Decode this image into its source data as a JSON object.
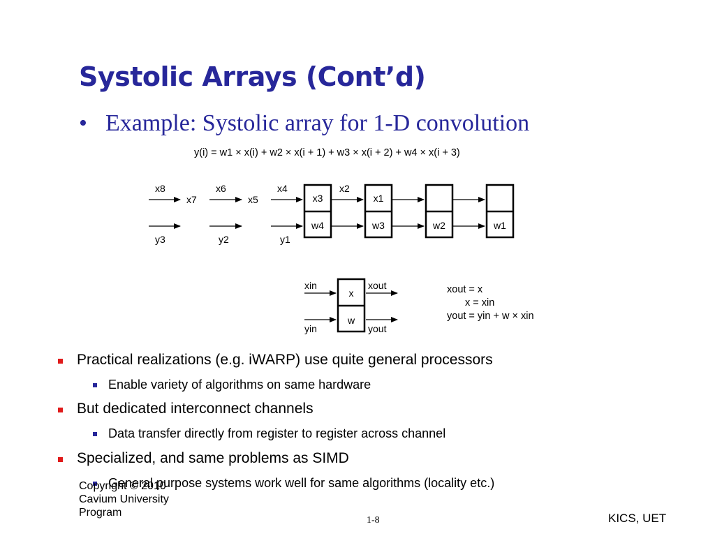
{
  "slide": {
    "title": "Systolic Arrays (Cont’d)",
    "subheading": "Example: Systolic array for 1-D convolution",
    "formula": "y(i) = w1 × x(i) + w2 × x(i + 1) + w3 × x(i + 2) + w4 × x(i + 3)"
  },
  "diagram": {
    "top_labels": [
      "x8",
      "x6",
      "x4",
      "x2"
    ],
    "mid_labels": [
      "x7",
      "x5"
    ],
    "bottom_labels": [
      "y3",
      "y2",
      "y1"
    ],
    "cells": [
      {
        "top": "x3",
        "bottom": "w4"
      },
      {
        "top": "x1",
        "bottom": "w3"
      },
      {
        "top": "",
        "bottom": "w2"
      },
      {
        "top": "",
        "bottom": "w1"
      }
    ]
  },
  "cell_detail": {
    "xin": "xin",
    "xout": "xout",
    "yin": "yin",
    "yout": "yout",
    "top": "x",
    "bottom": "w",
    "equations": [
      "xout = x",
      "x = xin",
      "yout = yin + w × xin"
    ]
  },
  "bullets": [
    {
      "text": "Practical realizations (e.g. iWARP) use quite general processors",
      "sub": [
        "Enable variety of algorithms on same hardware"
      ]
    },
    {
      "text": "But dedicated interconnect channels",
      "sub": [
        "Data transfer directly from register to register across channel"
      ]
    },
    {
      "text": "Specialized, and same problems as SIMD",
      "sub": [
        "General purpose systems work well for same algorithms (locality etc.)"
      ]
    }
  ],
  "footer": {
    "left_lines": [
      "Copyright © 2010",
      "Cavium University",
      "Program"
    ],
    "page_number": "1-8",
    "right": "KICS, UET"
  }
}
